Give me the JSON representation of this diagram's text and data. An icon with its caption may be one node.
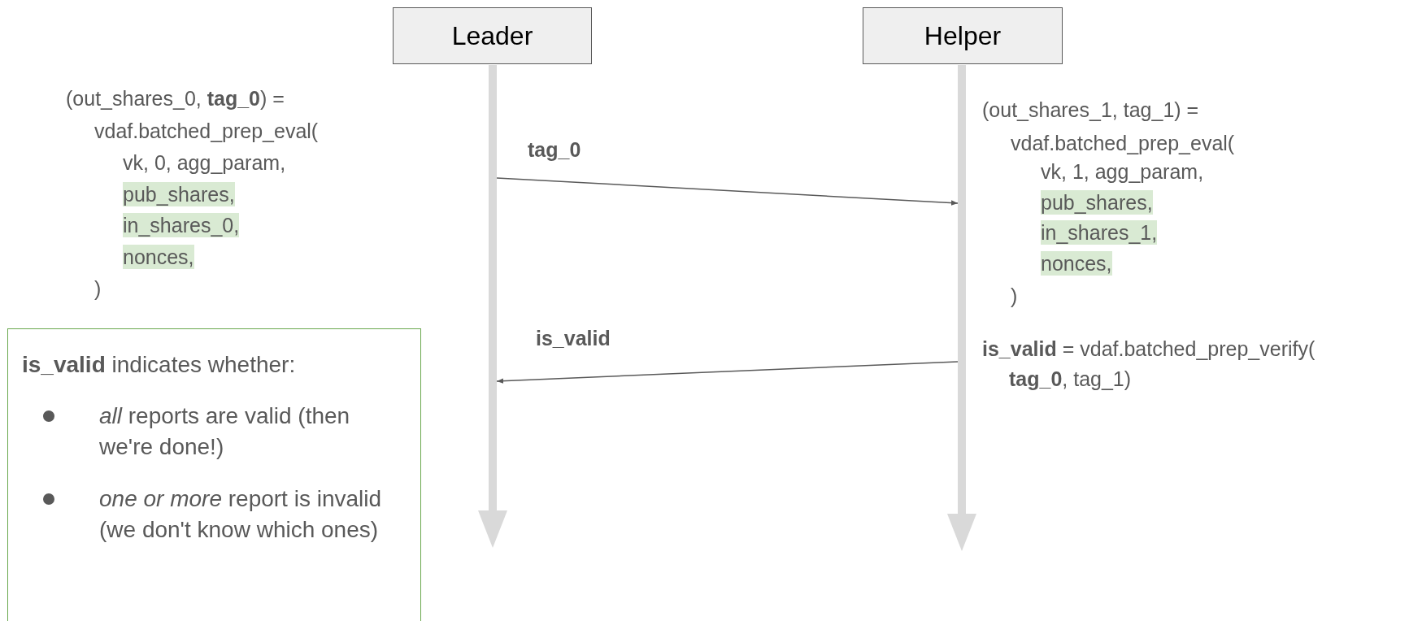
{
  "diagram": {
    "nodes": [
      {
        "text": [
          "Leader"
        ]
      },
      {
        "text": [
          "Helper"
        ]
      },
      {
        "text": [],
        "shape": "bar"
      },
      {
        "text": [],
        "shape": "bar"
      },
      {
        "text": [
          "**is_valid** indicates whether:",
          "*all* reports are valid (then we're done!)",
          "*one or more* report is invalid (we don't know which ones)"
        ]
      }
    ],
    "edges": [
      {
        "from": 2,
        "to": 3,
        "label": "tag_0",
        "arrow": "to"
      },
      {
        "from": 3,
        "to": 2,
        "label": "is_valid",
        "arrow": "to"
      }
    ],
    "labels": [
      "(out_shares_0, **tag_0**) =",
      "vdaf.batched_prep_eval(",
      "vk, 0, agg_param,",
      "pub_shares,",
      "in_shares_0,",
      "nonces,",
      ")",
      "(out_shares_1, tag_1) =",
      "vdaf.batched_prep_eval(",
      "vk, 1, agg_param,",
      "pub_shares,",
      "in_shares_1,",
      "nonces,",
      ")",
      "**is_valid** = vdaf.batched_prep_verify(",
      "**tag_0**, tag_1)"
    ]
  }
}
